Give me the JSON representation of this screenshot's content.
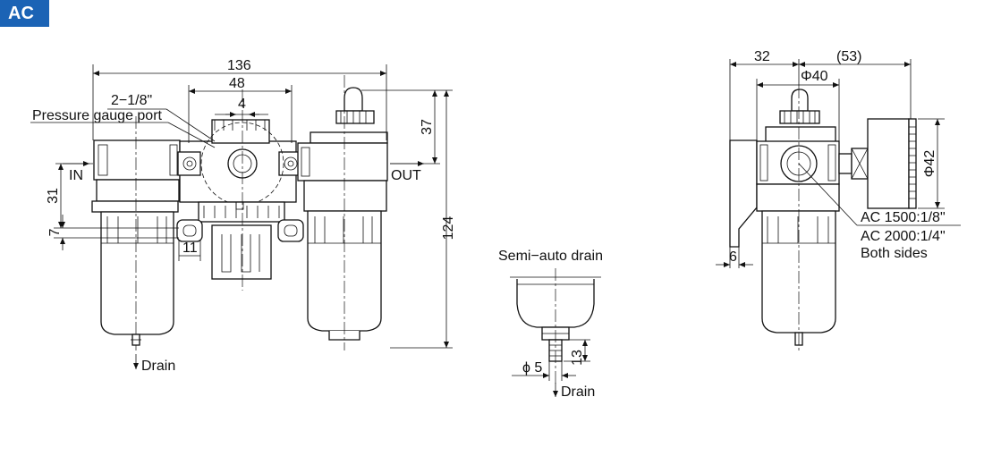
{
  "badge": "AC",
  "front": {
    "dim_overall_width": "136",
    "dim_center_width": "48",
    "dim_4": "4",
    "dim_height": "124",
    "dim_37": "37",
    "dim_31": "31",
    "dim_7": "7",
    "dim_11": "11",
    "label_ports": "2−1/8\"",
    "label_gauge": "Pressure gauge port",
    "label_in": "IN",
    "label_out": "OUT",
    "label_drain": "Drain"
  },
  "semi": {
    "title": "Semi−auto drain",
    "dim_dia": "ϕ 5",
    "dim_13": "13",
    "label_drain": "Drain"
  },
  "side": {
    "dim_32": "32",
    "dim_53": "(53)",
    "dim_phi40": "Φ40",
    "dim_phi42": "Φ42",
    "dim_6": "6",
    "note_1": "AC 1500:1/8\"",
    "note_2": "AC 2000:1/4\"",
    "note_3": "Both sides"
  },
  "icons": {
    "arrow_down": "arrow-down-icon"
  }
}
